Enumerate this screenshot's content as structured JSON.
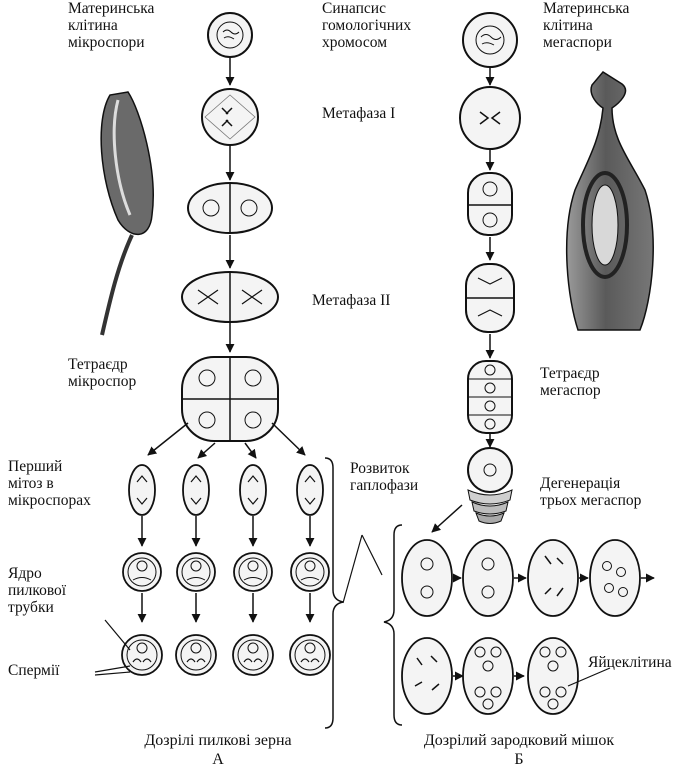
{
  "labels": {
    "micro_mother_cell": "Материнська\nклітина\nмікроспори",
    "synapsis": "Синапсис\nгомологічних\nхромосом",
    "mega_mother_cell": "Материнська\nклітина\nмегаспори",
    "metaphase1": "Метафаза І",
    "metaphase2": "Метафаза ІІ",
    "tetrad_micro": "Тетраєдр\nмікроспор",
    "tetrad_mega": "Тетраєдр\nмегаспор",
    "first_mitosis": "Перший\nмітоз в\nмікроспорах",
    "haplophase": "Розвиток\nгаплофази",
    "degeneration": "Дегенерація\nтрьох мегаспор",
    "tube_nucleus": "Ядро\nпилкової\nтрубки",
    "sperms": "Спермії",
    "egg_cell": "Яйцеклітина",
    "mature_pollen": "Дозрілі пилкові зерна",
    "mature_sac": "Дозрілий зародковий мішок",
    "letter_a": "А",
    "letter_b": "Б"
  },
  "colors": {
    "ink": "#111111",
    "fill_light": "#f4f4f4",
    "organ_dark": "#555555",
    "organ_mid": "#8a8a8a"
  }
}
